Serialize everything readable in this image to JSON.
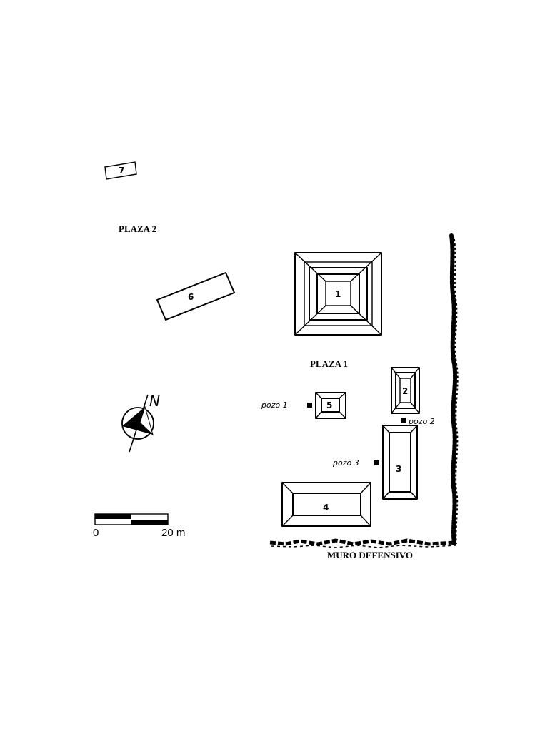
{
  "plazas": {
    "plaza_1": "PLAZA 1",
    "plaza_2": "PLAZA 2"
  },
  "wall_label": "MURO DEFENSIVO",
  "structures": {
    "s1": "1",
    "s2": "2",
    "s3": "3",
    "s4": "4",
    "s5": "5",
    "s6": "6",
    "s7": "7"
  },
  "test_pits": {
    "pozo_1": "pozo 1",
    "pozo_2": "pozo 2",
    "pozo_3": "pozo 3"
  },
  "north": {
    "label": "N",
    "icon": "north-arrow-icon"
  },
  "scale_bar": {
    "start_label": "0",
    "end_label": "20 m",
    "length_m": 20
  }
}
